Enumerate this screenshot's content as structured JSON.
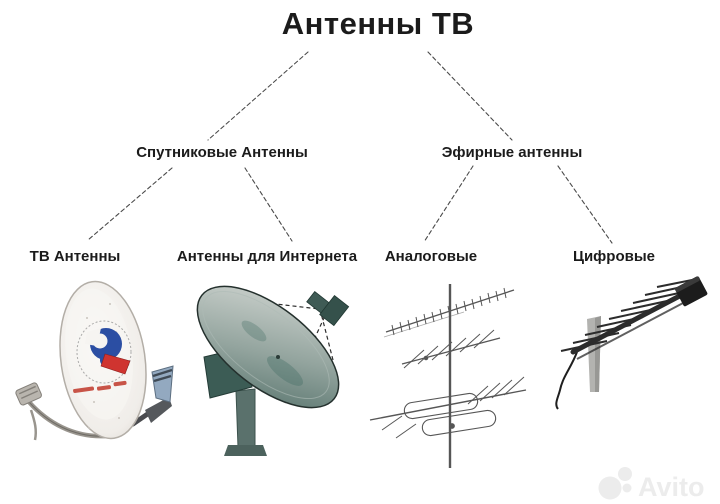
{
  "diagram": {
    "title": "Антенны ТВ",
    "nodes": {
      "satellite": {
        "label": "Спутниковые Антенны"
      },
      "terrestrial": {
        "label": "Эфирные антенны"
      },
      "tv": {
        "label": "ТВ Антенны"
      },
      "internet": {
        "label": "Антенны для Интернета"
      },
      "analog": {
        "label": "Аналоговые"
      },
      "digital": {
        "label": "Цифровые"
      }
    },
    "edges": [
      {
        "from": "title",
        "to": "satellite"
      },
      {
        "from": "title",
        "to": "terrestrial"
      },
      {
        "from": "satellite",
        "to": "tv"
      },
      {
        "from": "satellite",
        "to": "internet"
      },
      {
        "from": "terrestrial",
        "to": "analog"
      },
      {
        "from": "terrestrial",
        "to": "digital"
      }
    ],
    "figures": [
      {
        "name": "satellite-dish-tv-image",
        "depicts": "white offset satellite dish with blue-red logo, LNB arm and wall mount"
      },
      {
        "name": "satellite-dish-internet-image",
        "depicts": "large teal prime-focus satellite dish on pedestal with feed struts"
      },
      {
        "name": "analog-antenna-image",
        "depicts": "line drawing of multi-tier yagi TV antenna on vertical mast"
      },
      {
        "name": "digital-antenna-image",
        "depicts": "log-periodic digital antenna on mast with amplifier box and cable"
      }
    ]
  },
  "watermark": {
    "text": "Avito"
  },
  "colors": {
    "text": "#1b1b1b",
    "connector": "#4a4a4a",
    "logo_blue": "#2b4ea3",
    "logo_red": "#cf3430",
    "dish_teal": "#5d7872",
    "line_art": "#3f3f3f",
    "digital_dark": "#2c2c2c",
    "watermark_gray": "#ececec"
  }
}
